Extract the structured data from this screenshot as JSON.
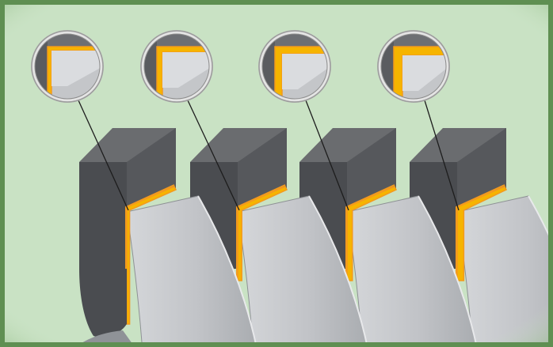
{
  "colors": {
    "background": "#c9e2c4",
    "frame_dark": "#4f7f44",
    "frame_light": "#7cae6e",
    "block_top": "#6a6c6f",
    "block_front": "#4a4c50",
    "block_side": "#56585c",
    "slab_light": "#c3c5c9",
    "slab_mid": "#a8abaf",
    "coating_orange": "#f39a1e",
    "coating_yellow": "#f6b400",
    "leader_line": "#1d1d1d",
    "zoom_rim": "#e4e4e4"
  },
  "diagram": {
    "subject": "coated-joint-detail",
    "units": [
      {
        "id": "joint-1",
        "coating_level": 1
      },
      {
        "id": "joint-2",
        "coating_level": 2
      },
      {
        "id": "joint-3",
        "coating_level": 3
      },
      {
        "id": "joint-4",
        "coating_level": 4
      }
    ]
  }
}
